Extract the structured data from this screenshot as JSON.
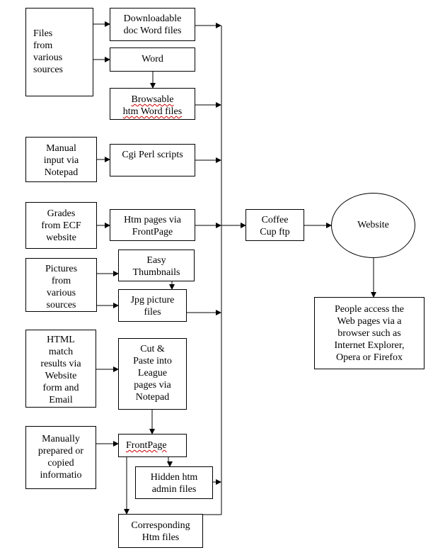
{
  "sources": {
    "files": "Files\nfrom\nvarious\nsources",
    "manual_input": "Manual\ninput via\nNotepad",
    "grades": "Grades\nfrom ECF\nwebsite",
    "pictures": "Pictures\nfrom\nvarious\nsources",
    "html_results": "HTML\nmatch\nresults via\nWebsite\nform and\nEmail",
    "manual_prepared": "Manually\nprepared or\ncopied\ninformatio"
  },
  "process": {
    "downloadable": "Downloadable\ndoc Word files",
    "word": "Word",
    "browsable": "Browsable\nhtm Word files",
    "cgi": "Cgi Perl scripts",
    "htm_frontpage": "Htm pages via\nFrontPage",
    "easy_thumbnails": "Easy\nThumbnails",
    "jpg_files": "Jpg picture\nfiles",
    "cut_paste": "Cut &\nPaste into\nLeague\npages via\nNotepad",
    "frontpage": "FrontPage",
    "hidden_htm": "Hidden htm\nadmin files",
    "corresponding": "Corresponding\nHtm files"
  },
  "output": {
    "coffee_cup": "Coffee\nCup ftp",
    "website": "Website",
    "people": "People access the\nWeb pages via a\nbrowser such as\nInternet Explorer,\nOpera or Firefox"
  }
}
